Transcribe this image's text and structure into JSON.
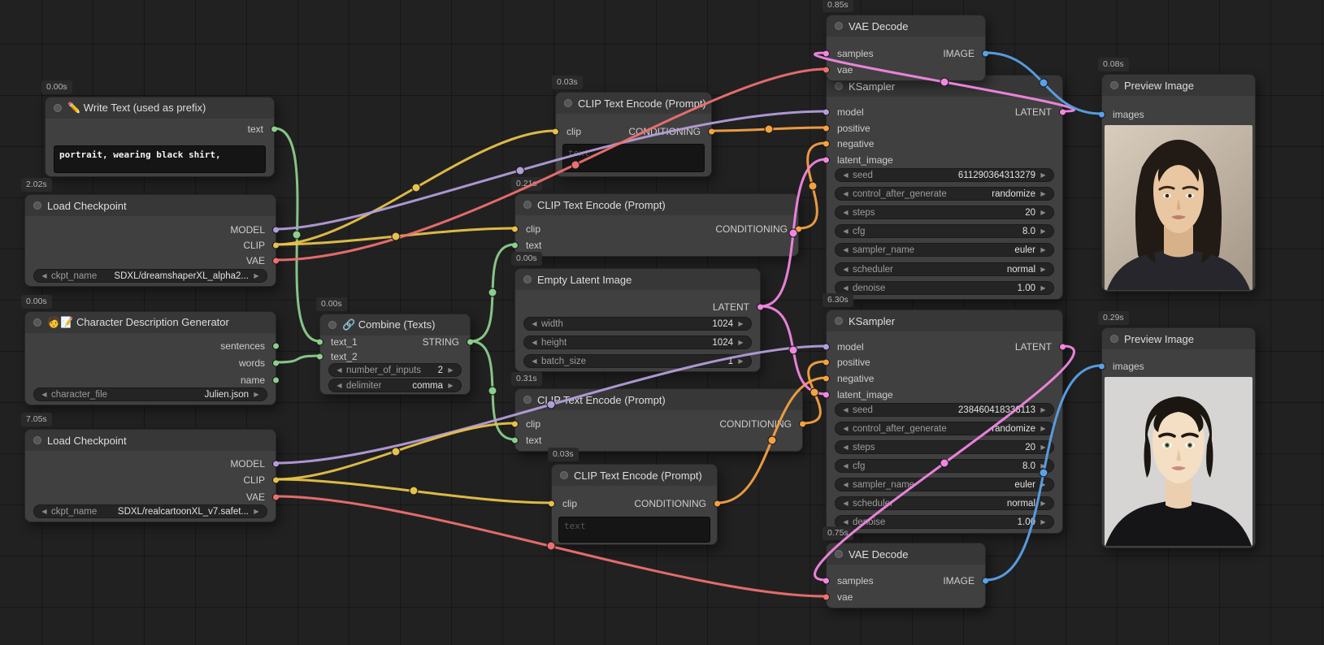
{
  "colors": {
    "model": "#b39ddb",
    "clip": "#e7c24a",
    "vae": "#ee7070",
    "conditioning": "#f5a142",
    "latent": "#f287e2",
    "image": "#5aa2e8",
    "string": "#8cce8c"
  },
  "nodes": {
    "write_text": {
      "timing": "0.00s",
      "title": "✏️ Write Text (used as prefix)",
      "output_label": "text",
      "text_value": "portrait, wearing black shirt,"
    },
    "checkpoint_top": {
      "timing": "2.02s",
      "title": "Load Checkpoint",
      "outputs": [
        "MODEL",
        "CLIP",
        "VAE"
      ],
      "widget": {
        "label": "ckpt_name",
        "value": "SDXL/dreamshaperXL_alpha2..."
      }
    },
    "character_generator": {
      "timing": "0.00s",
      "title": "🧑📝 Character Description Generator",
      "outputs": [
        "sentences",
        "words",
        "name"
      ],
      "widget": {
        "label": "character_file",
        "value": "Julien.json"
      }
    },
    "checkpoint_bottom": {
      "timing": "7.05s",
      "title": "Load Checkpoint",
      "outputs": [
        "MODEL",
        "CLIP",
        "VAE"
      ],
      "widget": {
        "label": "ckpt_name",
        "value": "SDXL/realcartoonXL_v7.safet..."
      }
    },
    "combine_texts": {
      "timing": "0.00s",
      "title": "🔗 Combine (Texts)",
      "inputs": [
        "text_1",
        "text_2"
      ],
      "output_label": "STRING",
      "widgets": [
        {
          "label": "number_of_inputs",
          "value": "2"
        },
        {
          "label": "delimiter",
          "value": "comma"
        }
      ]
    },
    "clip_encode_1": {
      "timing": "0.03s",
      "title": "CLIP Text Encode (Prompt)",
      "input_label": "clip",
      "output_label": "CONDITIONING",
      "text_placeholder": "text"
    },
    "clip_encode_2": {
      "timing": "0.21s",
      "title": "CLIP Text Encode (Prompt)",
      "inputs": [
        "clip",
        "text"
      ],
      "output_label": "CONDITIONING"
    },
    "empty_latent": {
      "timing": "0.00s",
      "title": "Empty Latent Image",
      "output_label": "LATENT",
      "widgets": [
        {
          "label": "width",
          "value": "1024"
        },
        {
          "label": "height",
          "value": "1024"
        },
        {
          "label": "batch_size",
          "value": "1"
        }
      ]
    },
    "clip_encode_3": {
      "timing": "0.31s",
      "title": "CLIP Text Encode (Prompt)",
      "inputs": [
        "clip",
        "text"
      ],
      "output_label": "CONDITIONING"
    },
    "clip_encode_4": {
      "timing": "0.03s",
      "title": "CLIP Text Encode (Prompt)",
      "input_label": "clip",
      "output_label": "CONDITIONING",
      "text_placeholder": "text"
    },
    "vae_decode_top": {
      "timing": "0.85s",
      "title": "VAE Decode",
      "inputs": [
        "samples",
        "vae"
      ],
      "output_label": "IMAGE"
    },
    "ksampler_top": {
      "title": "KSampler",
      "inputs": [
        "model",
        "positive",
        "negative",
        "latent_image"
      ],
      "output_label": "LATENT",
      "widgets": [
        {
          "label": "seed",
          "value": "611290364313279"
        },
        {
          "label": "control_after_generate",
          "value": "randomize"
        },
        {
          "label": "steps",
          "value": "20"
        },
        {
          "label": "cfg",
          "value": "8.0"
        },
        {
          "label": "sampler_name",
          "value": "euler"
        },
        {
          "label": "scheduler",
          "value": "normal"
        },
        {
          "label": "denoise",
          "value": "1.00"
        }
      ]
    },
    "ksampler_bottom": {
      "timing": "6.30s",
      "title": "KSampler",
      "inputs": [
        "model",
        "positive",
        "negative",
        "latent_image"
      ],
      "output_label": "LATENT",
      "widgets": [
        {
          "label": "seed",
          "value": "238460418336113"
        },
        {
          "label": "control_after_generate",
          "value": "randomize"
        },
        {
          "label": "steps",
          "value": "20"
        },
        {
          "label": "cfg",
          "value": "8.0"
        },
        {
          "label": "sampler_name",
          "value": "euler"
        },
        {
          "label": "scheduler",
          "value": "normal"
        },
        {
          "label": "denoise",
          "value": "1.00"
        }
      ]
    },
    "vae_decode_bottom": {
      "timing": "0.75s",
      "title": "VAE Decode",
      "inputs": [
        "samples",
        "vae"
      ],
      "output_label": "IMAGE"
    },
    "preview_top": {
      "timing": "0.08s",
      "title": "Preview Image",
      "input_label": "images"
    },
    "preview_bottom": {
      "timing": "0.29s",
      "title": "Preview Image",
      "input_label": "images"
    }
  }
}
